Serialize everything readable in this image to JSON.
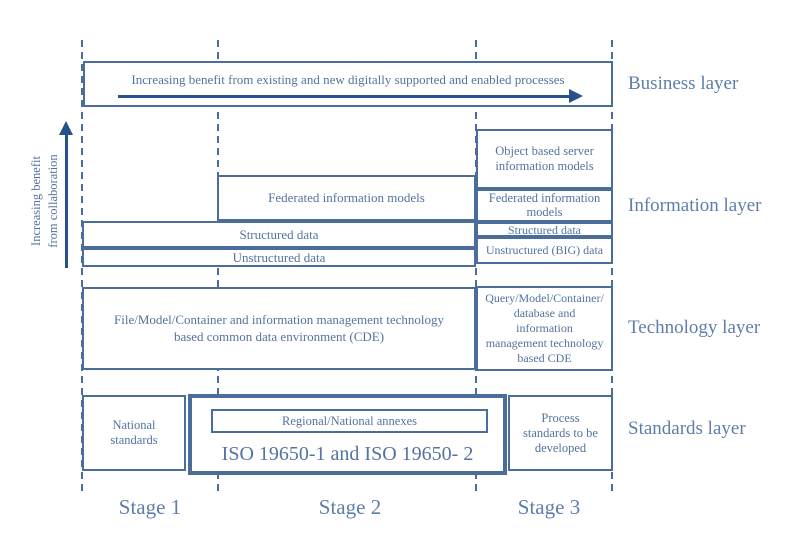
{
  "left_axis": {
    "line1": "Increasing benefit",
    "line2": "from collaboration"
  },
  "business": {
    "label": "Business layer",
    "arrow_text": "Increasing benefit from existing and new digitally supported and enabled processes"
  },
  "information": {
    "label": "Information layer",
    "federated": "Federated information models",
    "structured": "Structured data",
    "unstructured": "Unstructured data",
    "stage3": {
      "object_models": "Object based server information models",
      "federated": "Federated information models",
      "structured": "Structured data",
      "unstructured_big": "Unstructured (BIG) data"
    }
  },
  "technology": {
    "label": "Technology layer",
    "cde": "File/Model/Container and information management technology based common data environment (CDE)",
    "stage3_cde": "Query/Model/Container/ database and information management technology based CDE"
  },
  "standards": {
    "label": "Standards layer",
    "national": "National standards",
    "annexes": "Regional/National annexes",
    "iso": "ISO 19650-1 and ISO 19650- 2",
    "process": "Process standards to be developed"
  },
  "stages": {
    "stage1": "Stage 1",
    "stage2": "Stage 2",
    "stage3": "Stage 3"
  },
  "colors": {
    "line": "#4a6d9c",
    "text": "#54739f",
    "label": "#5e7ea9",
    "arrow": "#27518c"
  }
}
